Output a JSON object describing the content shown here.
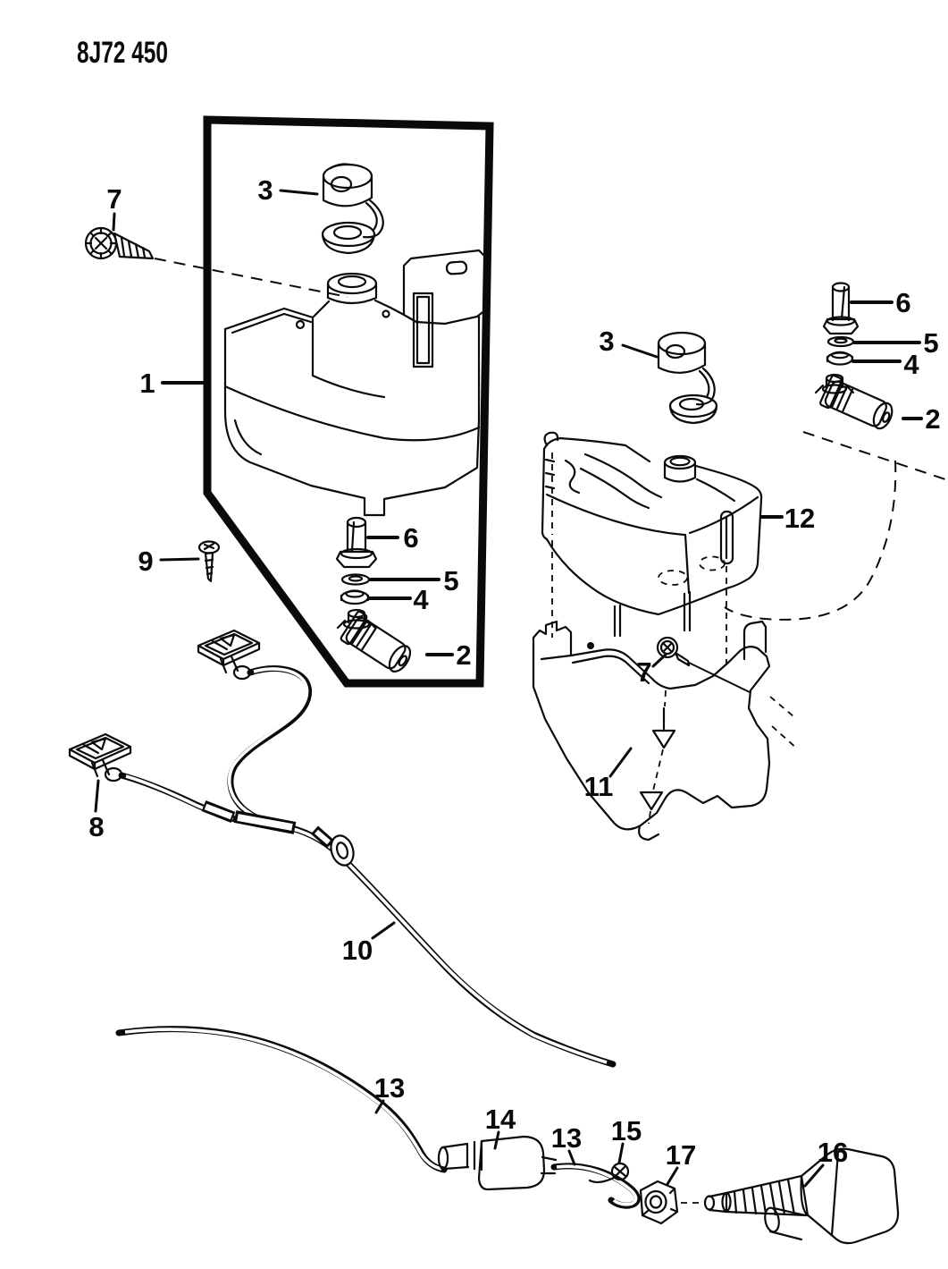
{
  "header": {
    "figure_code": "8J72 450"
  },
  "colors": {
    "ink": "#0a0a0a",
    "paper": "#ffffff"
  },
  "callouts": {
    "part1": "1",
    "part2_left": "2",
    "part2_right": "2",
    "part3_left": "3",
    "part3_right": "3",
    "part4_left": "4",
    "part4_right": "4",
    "part5_left": "5",
    "part5_right": "5",
    "part6_left": "6",
    "part6_right": "6",
    "part7_left": "7",
    "part7_right": "7",
    "part8": "8",
    "part9": "9",
    "part10": "10",
    "part11": "11",
    "part12": "12",
    "part13_upper": "13",
    "part13_lower": "13",
    "part14": "14",
    "part15": "15",
    "part16": "16",
    "part17": "17"
  }
}
